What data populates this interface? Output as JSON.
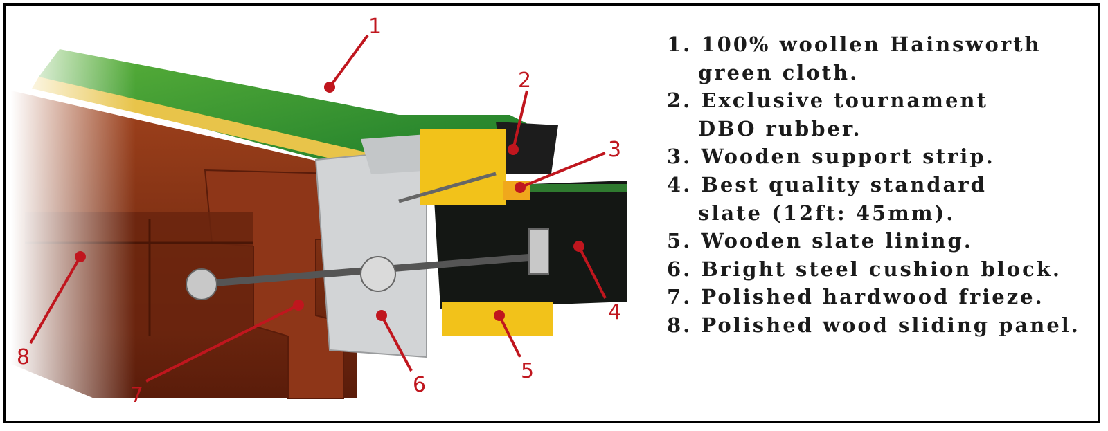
{
  "legend": [
    {
      "num": "1.",
      "lines": [
        "100% woollen Hainsworth",
        "green cloth."
      ]
    },
    {
      "num": "2.",
      "lines": [
        "Exclusive tournament",
        "DBO rubber."
      ]
    },
    {
      "num": "3.",
      "lines": [
        "Wooden support strip."
      ]
    },
    {
      "num": "4.",
      "lines": [
        "Best quality standard",
        "slate (12ft: 45mm)."
      ]
    },
    {
      "num": "5.",
      "lines": [
        "Wooden slate lining."
      ]
    },
    {
      "num": "6.",
      "lines": [
        "Bright steel cushion block."
      ]
    },
    {
      "num": "7.",
      "lines": [
        "Polished hardwood frieze."
      ]
    },
    {
      "num": "8.",
      "lines": [
        "Polished wood sliding panel."
      ]
    }
  ],
  "callouts": [
    "1",
    "2",
    "3",
    "4",
    "5",
    "6",
    "7",
    "8"
  ],
  "colors": {
    "callout": "#c0161e",
    "cloth": "#1f8f2f",
    "wood": "#7a2a12",
    "rubber": "#1c1c1c",
    "slate": "#141714",
    "lining": "#f2c21a",
    "steel": "#d2d4d6",
    "border": "#000000"
  }
}
